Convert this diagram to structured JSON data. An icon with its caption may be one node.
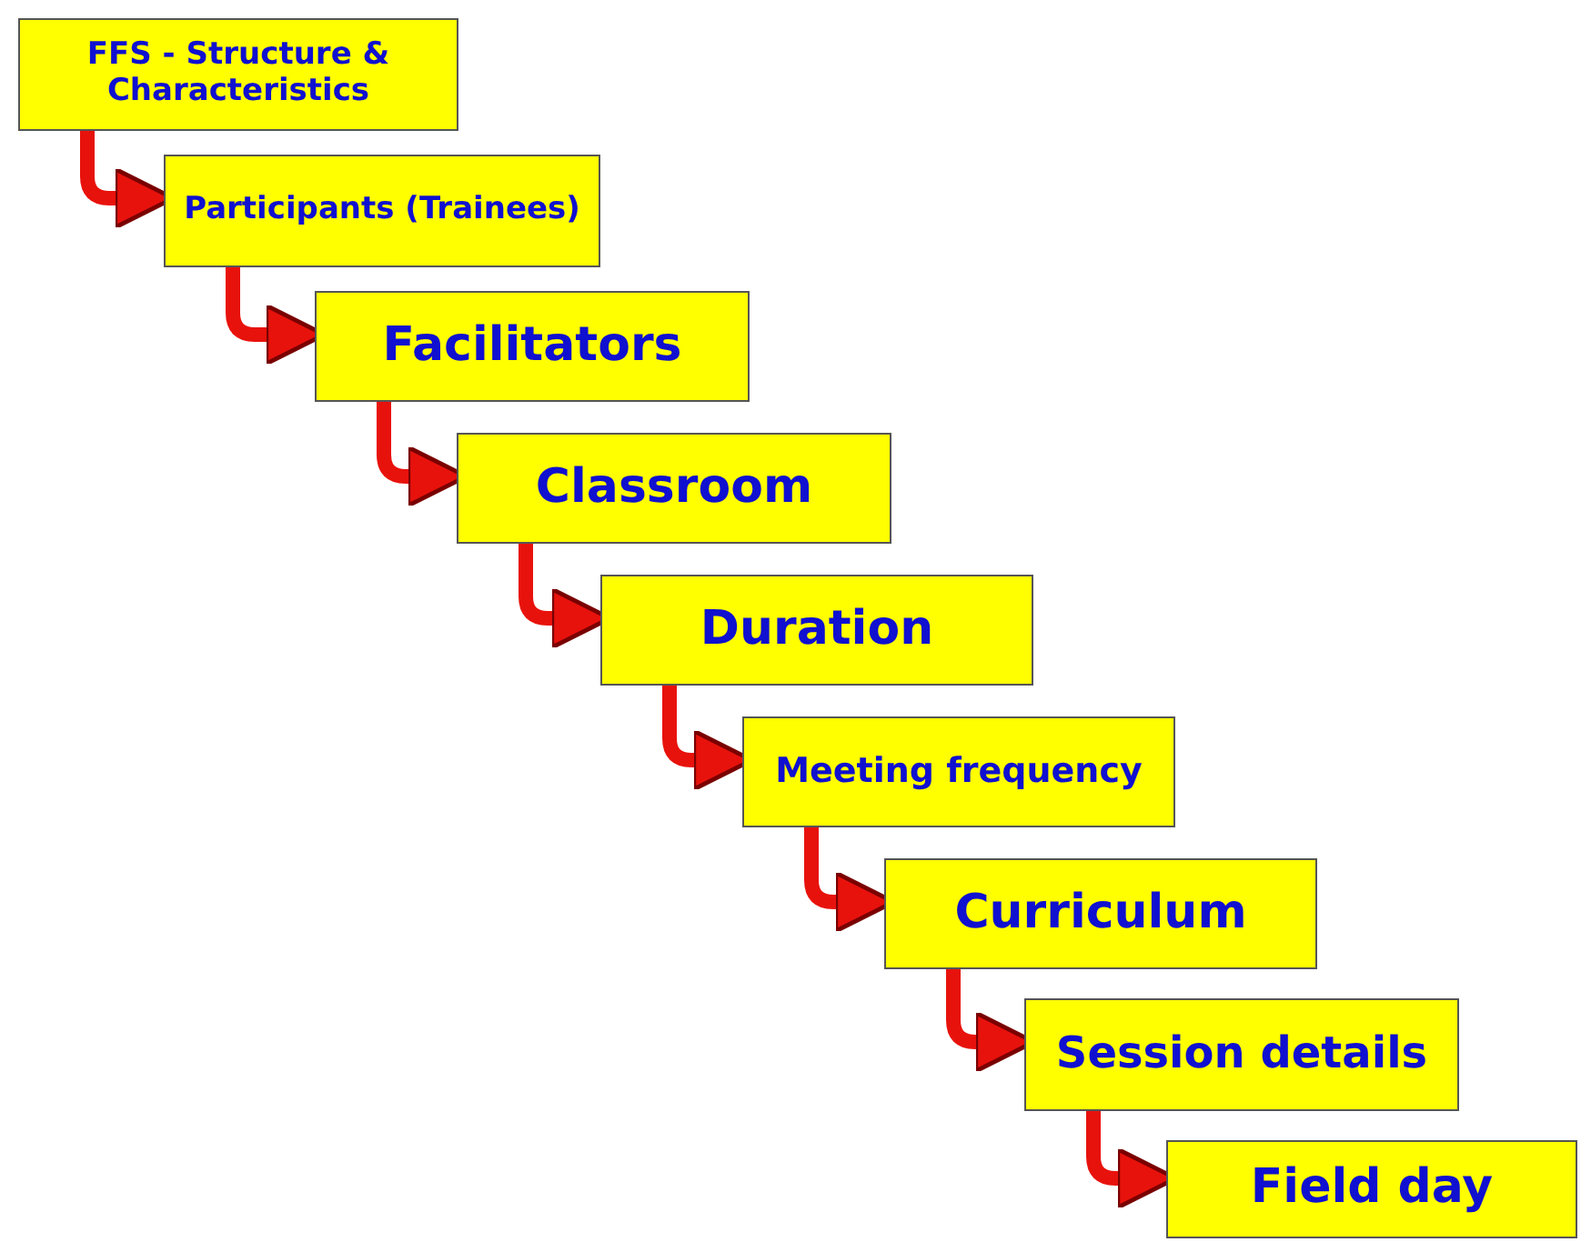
{
  "diagram": {
    "nodes": [
      {
        "text": [
          "FFS - Structure & Characteristics"
        ]
      },
      {
        "text": [
          "Participants (Trainees)"
        ]
      },
      {
        "text": [
          "Facilitators"
        ]
      },
      {
        "text": [
          "Classroom"
        ]
      },
      {
        "text": [
          "Duration"
        ]
      },
      {
        "text": [
          "Meeting frequency"
        ]
      },
      {
        "text": [
          "Curriculum"
        ]
      },
      {
        "text": [
          "Session details"
        ]
      },
      {
        "text": [
          "Field day"
        ]
      }
    ],
    "edges": [
      {
        "from": 0,
        "to": 1,
        "arrow": "to"
      },
      {
        "from": 1,
        "to": 2,
        "arrow": "to"
      },
      {
        "from": 2,
        "to": 3,
        "arrow": "to"
      },
      {
        "from": 3,
        "to": 4,
        "arrow": "to"
      },
      {
        "from": 4,
        "to": 5,
        "arrow": "to"
      },
      {
        "from": 5,
        "to": 6,
        "arrow": "to"
      },
      {
        "from": 6,
        "to": 7,
        "arrow": "to"
      },
      {
        "from": 7,
        "to": 8,
        "arrow": "to"
      }
    ]
  }
}
